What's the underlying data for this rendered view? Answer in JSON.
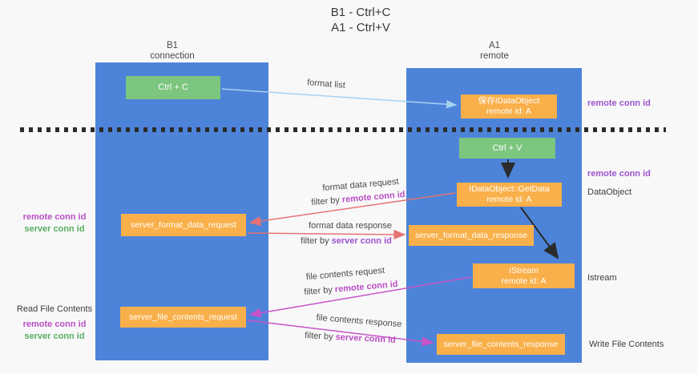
{
  "title": {
    "line1": "B1 - Ctrl+C",
    "line2": "A1 - Ctrl+V"
  },
  "lifelines": {
    "left": {
      "name": "B1",
      "role": "connection"
    },
    "right": {
      "name": "A1",
      "role": "remote"
    }
  },
  "nodes": {
    "ctrl_c": {
      "label": "Ctrl + C"
    },
    "ctrl_v": {
      "label": "Ctrl + V"
    },
    "save_idataobject": {
      "line1": "保存IDataObject",
      "line2": "remote id: A"
    },
    "getdata": {
      "line1": "IDataObject::GetData",
      "line2": "remote id: A"
    },
    "istream": {
      "line1": "IStream",
      "line2": "remote id: A"
    },
    "format_request": {
      "label": "server_format_data_request"
    },
    "format_response": {
      "label": "server_format_data_response"
    },
    "file_request": {
      "label": "server_file_contents_request"
    },
    "file_response": {
      "label": "server_file_contents_response"
    }
  },
  "flow_labels": {
    "format_list": "format list",
    "format_data_request": "format data request",
    "format_data_response": "format data response",
    "file_contents_request": "file contents request",
    "file_contents_response": "file contents response",
    "filter_by": "filter by ",
    "remote_conn_id": "remote conn id",
    "server_conn_id": "server conn id"
  },
  "side_labels": {
    "remote_conn_id": "remote conn id",
    "server_conn_id": "server conn id",
    "dataobject": "DataObject",
    "istream": "Istream",
    "read_file_contents": "Read File Contents",
    "write_file_contents": "Write File Contents"
  },
  "colors": {
    "background": "#f8f8f9",
    "column_blue": "#4d84d9",
    "node_orange": "#f9b04a",
    "node_green": "#7cc67f",
    "arrow_lightblue": "#a6d2f2",
    "arrow_red": "#e57373",
    "arrow_magenta": "#c853c8",
    "arrow_black": "#2b2b2b",
    "label_magenta": "#bb4fc4",
    "label_purple": "#9c55ce",
    "label_green": "#57ae5f"
  }
}
